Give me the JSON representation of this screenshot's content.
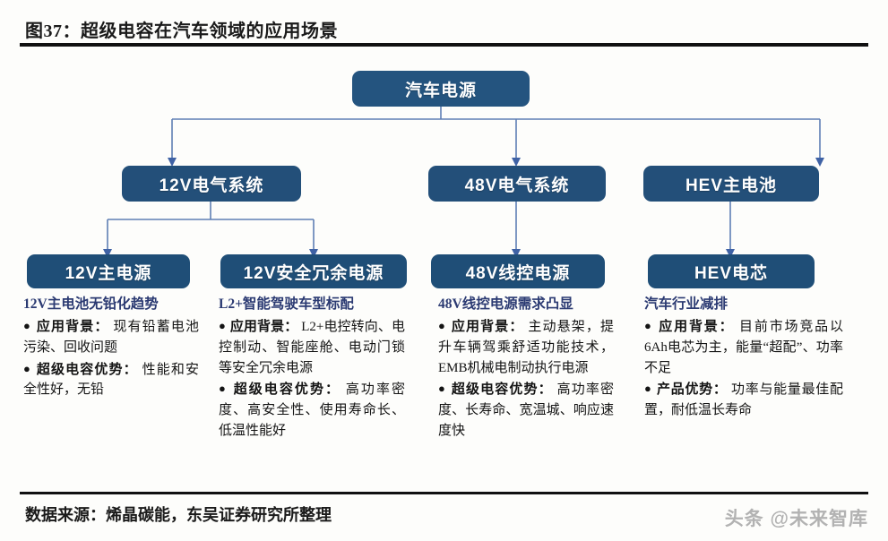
{
  "header": {
    "title": "图37：超级电容在汽车领域的应用场景"
  },
  "footer": {
    "source": "数据来源：烯晶碳能，东吴证券研究所整理",
    "watermark": "头条 @未来智库"
  },
  "colors": {
    "node_fill": "#22517d",
    "connector": "#5f7fb5",
    "heading": "#2b3a72",
    "rule": "#111111"
  },
  "diagram": {
    "root": {
      "label": "汽车电源"
    },
    "level2": [
      {
        "label": "12V电气系统"
      },
      {
        "label": "48V电气系统"
      },
      {
        "label": "HEV主电池"
      }
    ],
    "level3": [
      {
        "label": "12V主电源"
      },
      {
        "label": "12V安全冗余电源"
      },
      {
        "label": "48V线控电源"
      },
      {
        "label": "HEV电芯"
      }
    ]
  },
  "columns": [
    {
      "heading": "12V主电池无铅化趋势",
      "items": [
        {
          "lead": "应用背景：",
          "text": "现有铅蓄电池污染、回收问题"
        },
        {
          "lead": "超级电容优势：",
          "text": "性能和安全性好，无铅"
        }
      ]
    },
    {
      "heading": "L2+智能驾驶车型标配",
      "items": [
        {
          "lead": "应用背景：",
          "text": "L2+电控转向、电控制动、智能座舱、电动门锁等安全冗余电源"
        },
        {
          "lead": "超级电容优势：",
          "text": "高功率密度、高安全性、使用寿命长、低温性能好"
        }
      ]
    },
    {
      "heading": "48V线控电源需求凸显",
      "items": [
        {
          "lead": "应用背景：",
          "text": "主动悬架，提升车辆驾乘舒适功能技术，EMB机械电制动执行电源"
        },
        {
          "lead": "超级电容优势：",
          "text": "高功率密度、长寿命、宽温城、响应速度快"
        }
      ]
    },
    {
      "heading": "汽车行业减排",
      "items": [
        {
          "lead": "应用背景：",
          "text": "目前市场竞品以6Ah电芯为主，能量“超配”、功率不足"
        },
        {
          "lead": "产品优势：",
          "text": "功率与能量最佳配置，耐低温长寿命"
        }
      ]
    }
  ],
  "bullet_glyph": "●"
}
